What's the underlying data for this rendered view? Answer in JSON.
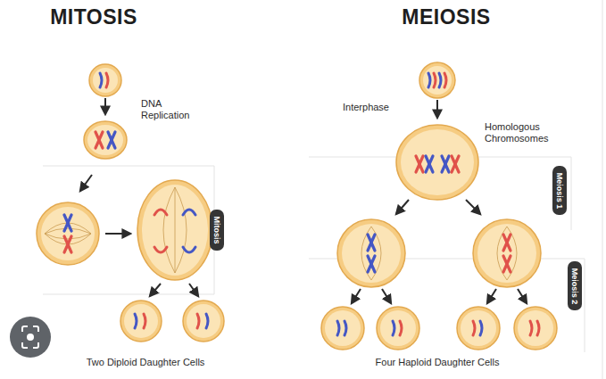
{
  "diagram": {
    "nodes": [
      {
        "text": [
          "Mitosis"
        ]
      },
      {
        "text": [
          "Meiosis 1"
        ]
      },
      {
        "text": [
          "Meiosis 2"
        ]
      }
    ],
    "labels": [
      "MITOSIS",
      "MEIOSIS",
      "DNA Replication",
      "Interphase",
      "Homologous Chromosomes",
      "Two Diploid Daughter Cells",
      "Four Haploid Daughter Cells"
    ]
  }
}
